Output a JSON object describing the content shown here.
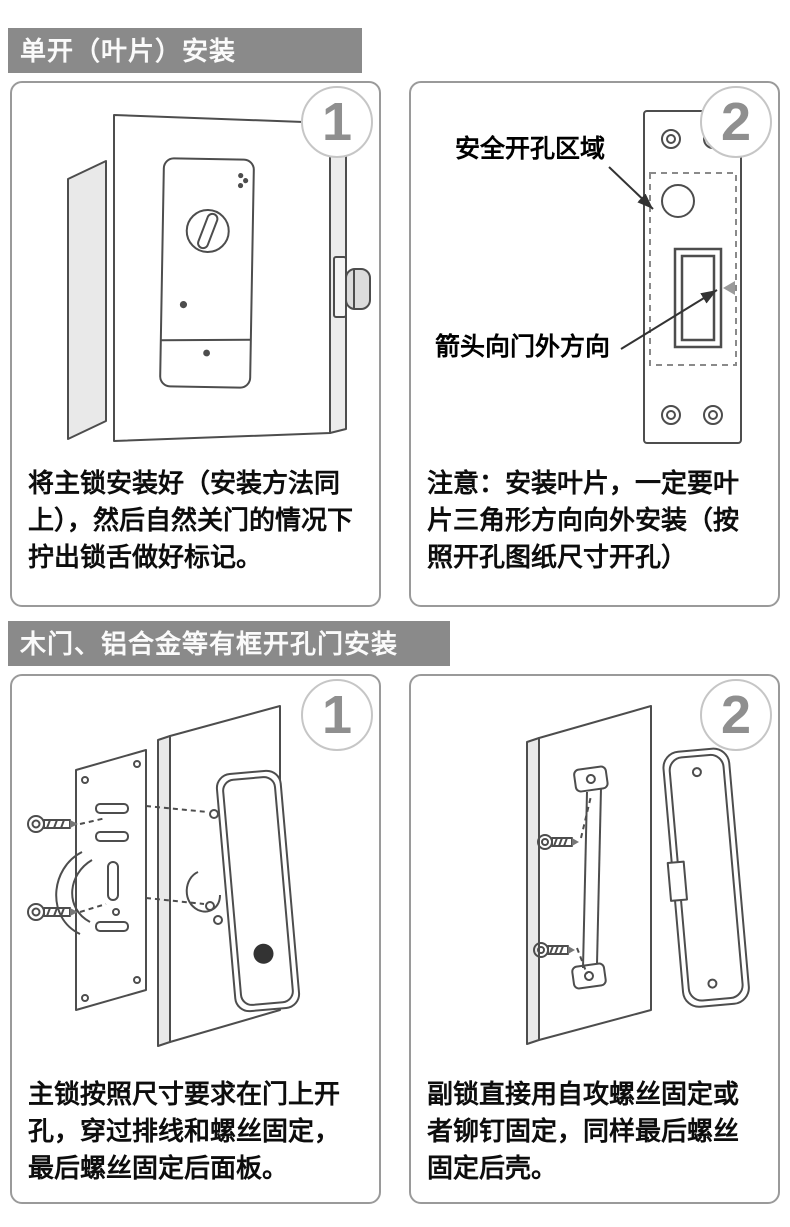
{
  "colors": {
    "header_bg": "#8a8a8a",
    "header_text": "#fafafa",
    "panel_border": "#9a9a9a",
    "badge_number": "#8f8f8f",
    "line_art": "#4d4d4d"
  },
  "sections": [
    {
      "header": "单开（叶片）安装",
      "panels": [
        {
          "number": "1",
          "illustration": "main-lock-mounted-on-door",
          "caption": "将主锁安装好（安装方法同上），然后自然关门的情况下拧出锁舌做好标记。"
        },
        {
          "number": "2",
          "illustration": "blade-drilling-template-plate",
          "labels": {
            "safe_area": "安全开孔区域",
            "arrow_direction": "箭头向门外方向"
          },
          "caption": "注意：安装叶片，一定要叶片三角形方向向外安装（按照开孔图纸尺寸开孔）"
        }
      ]
    },
    {
      "header": "木门、铝合金等有框开孔门安装",
      "panels": [
        {
          "number": "1",
          "illustration": "main-lock-exploded-mounting",
          "caption": "主锁按照尺寸要求在门上开孔，穿过排线和螺丝固定，最后螺丝固定后面板。"
        },
        {
          "number": "2",
          "illustration": "rear-lock-screw-mounting",
          "caption": "副锁直接用自攻螺丝固定或者铆钉固定，同样最后螺丝固定后壳。"
        }
      ]
    }
  ]
}
